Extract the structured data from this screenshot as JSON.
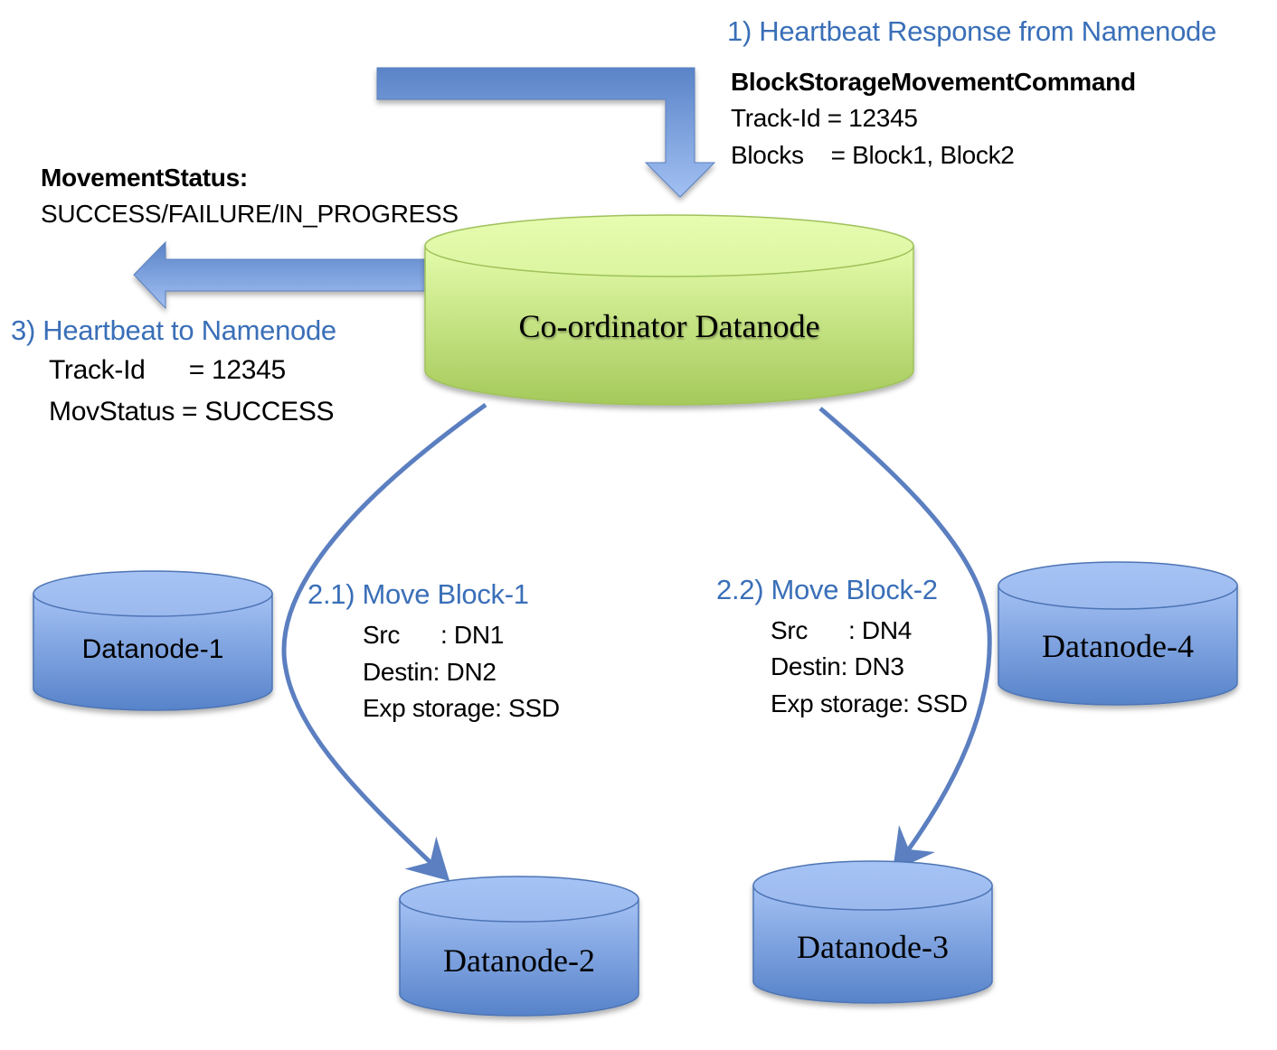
{
  "colors": {
    "heading_blue": "#3a6fb8",
    "arrow_blue": "#5b86c9",
    "arrow_blue_light": "#9bbbef",
    "node_blue_top": "#9fbcf2",
    "node_blue_bottom": "#5a85cc",
    "coordinator_green_top": "#e2fba8",
    "coordinator_green_bottom": "#a8cc5e",
    "connector_blue": "#5b7fc0"
  },
  "step1": {
    "heading": "1) Heartbeat Response from Namenode",
    "command_title": "BlockStorageMovementCommand",
    "track_id_line": "Track-Id = 12345",
    "blocks_line": "Blocks    = Block1, Block2"
  },
  "movement_status": {
    "title": "MovementStatus:",
    "values": "SUCCESS/FAILURE/IN_PROGRESS"
  },
  "step3": {
    "heading": "3) Heartbeat to Namenode",
    "track_id_line": "Track-Id      = 12345",
    "mov_status_line": "MovStatus = SUCCESS"
  },
  "coordinator": {
    "label": "Co-ordinator Datanode"
  },
  "step2_1": {
    "heading": "2.1) Move Block-1",
    "src_line": "Src      : DN1",
    "destin_line": "Destin: DN2",
    "storage_line": "Exp storage: SSD"
  },
  "step2_2": {
    "heading": "2.2) Move Block-2",
    "src_line": "Src      : DN4",
    "destin_line": "Destin: DN3",
    "storage_line": "Exp storage: SSD"
  },
  "datanodes": [
    {
      "label": "Datanode-1"
    },
    {
      "label": "Datanode-2"
    },
    {
      "label": "Datanode-3"
    },
    {
      "label": "Datanode-4"
    }
  ]
}
